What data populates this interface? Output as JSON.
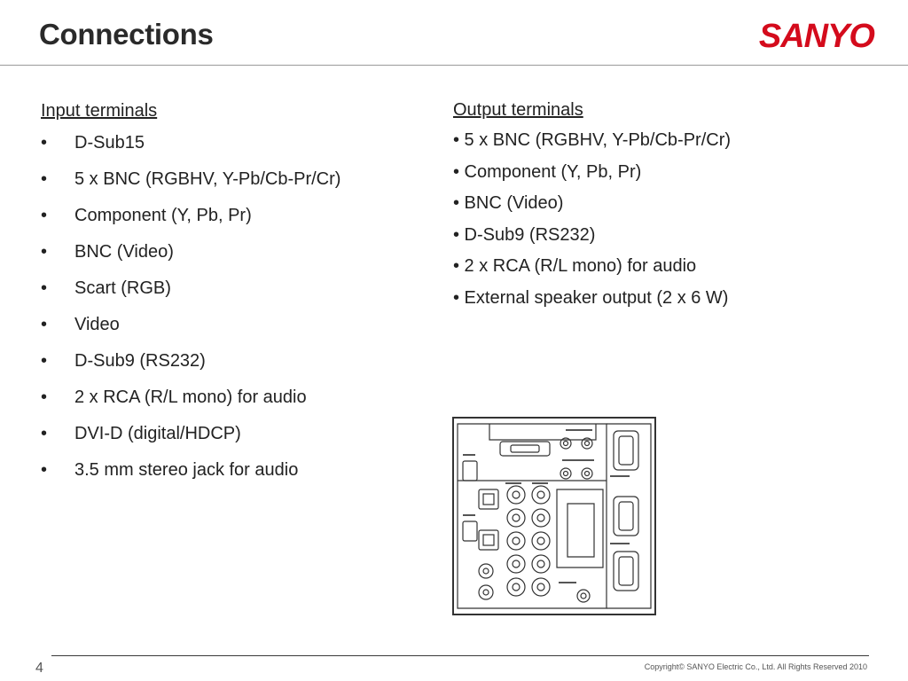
{
  "header": {
    "title": "Connections",
    "logo_text": "SANYO"
  },
  "input_terminals": {
    "heading": "Input terminals",
    "bullet": "•",
    "items": [
      "D-Sub15",
      "5 x BNC (RGBHV, Y-Pb/Cb-Pr/Cr)",
      "Component (Y, Pb, Pr)",
      "BNC (Video)",
      "Scart (RGB)",
      "Video",
      "D-Sub9 (RS232)",
      "2 x RCA (R/L mono) for audio",
      "DVI-D (digital/HDCP)",
      "3.5 mm stereo jack for audio"
    ]
  },
  "output_terminals": {
    "heading": "Output terminals",
    "items": [
      "• 5 x BNC (RGBHV, Y-Pb/Cb-Pr/Cr)",
      "• Component (Y, Pb, Pr)",
      "• BNC (Video)",
      "• D-Sub9 (RS232)",
      "• 2 x RCA (R/L mono) for audio",
      "• External speaker output (2 x 6 W)"
    ]
  },
  "footer": {
    "page_number": "4",
    "copyright": "Copyright© SANYO Electric Co., Ltd. All Rights Reserved 2010"
  },
  "colors": {
    "brand_red": "#d40b1c",
    "rule_gray": "#9a9a9a"
  }
}
